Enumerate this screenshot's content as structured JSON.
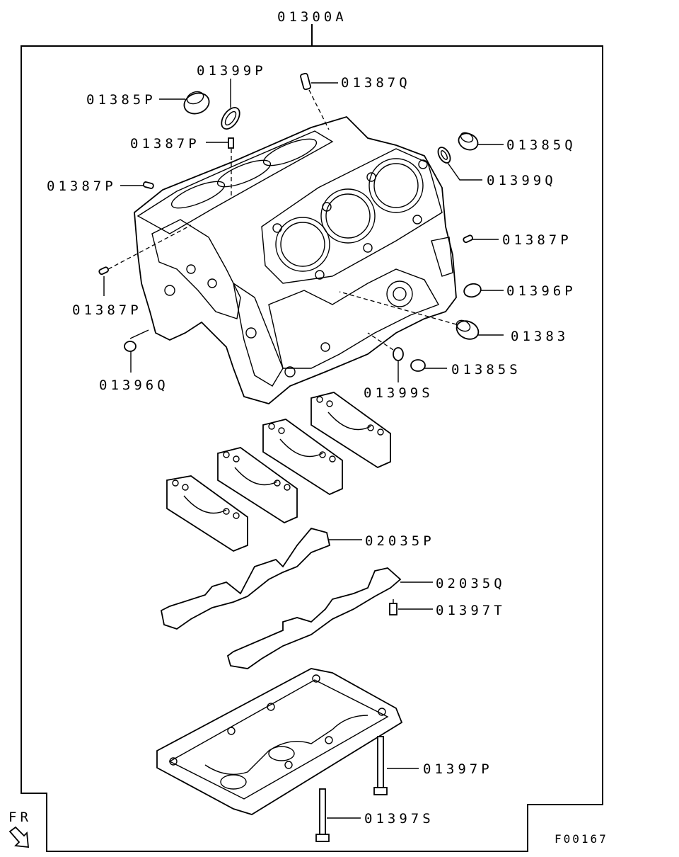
{
  "assembly_label": "01300A",
  "figure_code": "F00167",
  "front_indicator": "FR",
  "callouts": [
    {
      "id": "c-01399p",
      "text": "01399P"
    },
    {
      "id": "c-01387q",
      "text": "01387Q"
    },
    {
      "id": "c-01385p",
      "text": "01385P"
    },
    {
      "id": "c-01387p-a",
      "text": "01387P"
    },
    {
      "id": "c-01385q",
      "text": "01385Q"
    },
    {
      "id": "c-01387p-b",
      "text": "01387P"
    },
    {
      "id": "c-01399q",
      "text": "01399Q"
    },
    {
      "id": "c-01387p-c",
      "text": "01387P"
    },
    {
      "id": "c-01396p",
      "text": "01396P"
    },
    {
      "id": "c-01387p-d",
      "text": "01387P"
    },
    {
      "id": "c-01383",
      "text": "01383"
    },
    {
      "id": "c-01385s",
      "text": "01385S"
    },
    {
      "id": "c-01396q",
      "text": "01396Q"
    },
    {
      "id": "c-01399s",
      "text": "01399S"
    },
    {
      "id": "c-02035p",
      "text": "02035P"
    },
    {
      "id": "c-02035q",
      "text": "02035Q"
    },
    {
      "id": "c-01397t",
      "text": "01397T"
    },
    {
      "id": "c-01397p",
      "text": "01397P"
    },
    {
      "id": "c-01397s",
      "text": "01397S"
    }
  ]
}
